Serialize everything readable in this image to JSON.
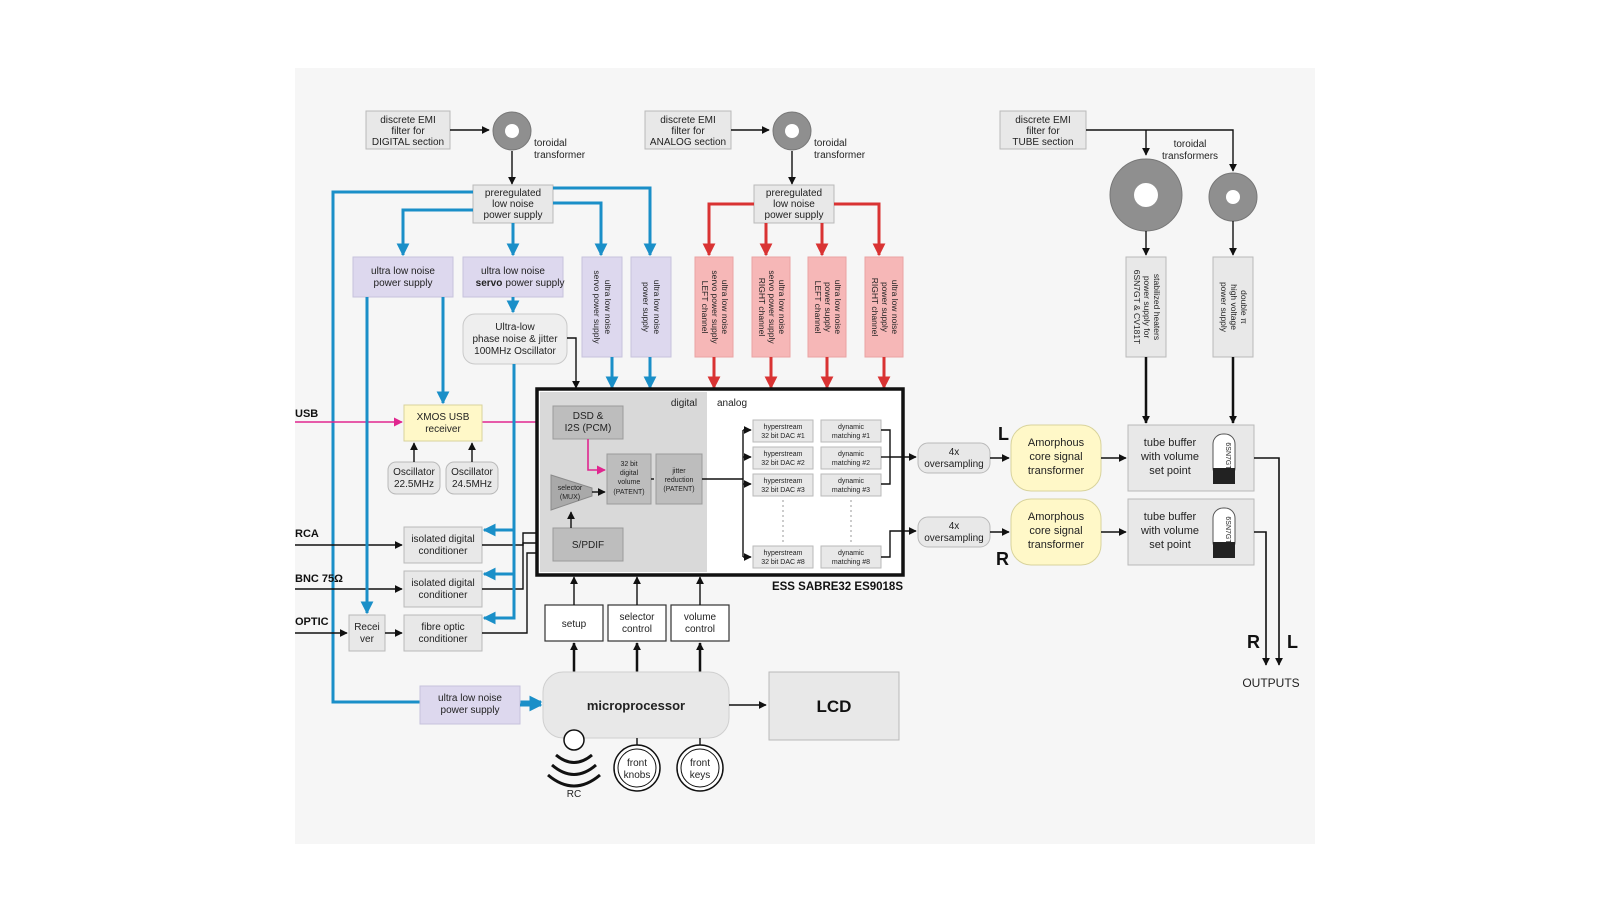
{
  "colors": {
    "blue": "#1a8fc8",
    "red": "#d93333",
    "magenta": "#e0268f",
    "purple_box": "#ddd8ee",
    "red_box": "#f6b7b7",
    "yellow_box": "#fff8c8"
  },
  "emi": {
    "digital": [
      "discrete EMI",
      "filter for",
      "DIGITAL section"
    ],
    "analog": [
      "discrete EMI",
      "filter for",
      "ANALOG section"
    ],
    "tube": [
      "discrete EMI",
      "filter for",
      "TUBE section"
    ]
  },
  "toroidal": {
    "single": [
      "toroidal",
      "transformer"
    ],
    "plural": [
      "toroidal",
      "transformers"
    ]
  },
  "prereg": [
    "preregulated",
    "low noise",
    "power supply"
  ],
  "ulnps": [
    "ultra low noise",
    "power supply"
  ],
  "servo_ps": {
    "pre": "ultra low noise",
    "bold": "servo",
    "post": "power supply"
  },
  "oscillator": [
    "Ultra-low",
    "phase noise & jitter",
    "100MHz Oscillator"
  ],
  "vertical_ps": {
    "servo_digital": [
      "ultra low noise",
      "servo power supply"
    ],
    "digital": [
      "ultra low noise",
      "power supply"
    ],
    "servo_left": [
      "ultra low noise",
      "servo power supply",
      "LEFT channel"
    ],
    "servo_right": [
      "ultra low noise",
      "servo power supply",
      "RIGHT channel"
    ],
    "left": [
      "ultra low noise",
      "power supply",
      "LEFT channel"
    ],
    "right": [
      "ultra low noise",
      "power supply",
      "RIGHT channel"
    ],
    "heaters": [
      "stabilized heaters",
      "power supply for",
      "6SN7GT & CV181T"
    ],
    "hv": [
      "double π",
      "high voltage",
      "power supply"
    ]
  },
  "inputs": {
    "usb": "USB",
    "rca": "RCA",
    "bnc": "BNC 75Ω",
    "optic": "OPTIC"
  },
  "xmos": [
    "XMOS USB",
    "receiver"
  ],
  "osc1": [
    "Oscillator",
    "22.5MHz"
  ],
  "osc2": [
    "Oscillator",
    "24.5MHz"
  ],
  "isolated": [
    "isolated digital",
    "conditioner"
  ],
  "fibre": [
    "fibre optic",
    "conditioner"
  ],
  "receiver": [
    "Recei",
    "ver"
  ],
  "dac": {
    "title": "ESS SABRE32 ES9018S",
    "digital": "digital",
    "analog": "analog",
    "dsd": [
      "DSD &",
      "I2S (PCM)"
    ],
    "volume": [
      "32 bit",
      "digital",
      "volume",
      "(PATENT)"
    ],
    "jitter": [
      "jitter",
      "reduction",
      "(PATENT)"
    ],
    "selector": [
      "selector",
      "(MUX)"
    ],
    "spdif": "S/PDIF",
    "channels": [
      {
        "dac": [
          "hyperstream",
          "32 bit DAC #1"
        ],
        "match": [
          "dynamic",
          "matching #1"
        ]
      },
      {
        "dac": [
          "hyperstream",
          "32 bit DAC #2"
        ],
        "match": [
          "dynamic",
          "matching #2"
        ]
      },
      {
        "dac": [
          "hyperstream",
          "32  bit DAC #3"
        ],
        "match": [
          "dynamic",
          "matching #3"
        ]
      },
      {
        "dac": [
          "hyperstream",
          "32 bit DAC #8"
        ],
        "match": [
          "dynamic",
          "matching #8"
        ]
      }
    ]
  },
  "controls": {
    "setup": "setup",
    "selector": [
      "selector",
      "control"
    ],
    "volume": [
      "volume",
      "control"
    ]
  },
  "micro": "microprocessor",
  "lcd": "LCD",
  "rc": "RC",
  "front_knobs": [
    "front",
    "knobs"
  ],
  "front_keys": [
    "front",
    "keys"
  ],
  "oversampling": [
    "4x",
    "oversampling"
  ],
  "amorphous": [
    "Amorphous",
    "core signal",
    "transformer"
  ],
  "tube_buffer": [
    "tube buffer",
    "with volume",
    "set point"
  ],
  "tube_label": "6SN7GT",
  "channel_l": "L",
  "channel_r": "R",
  "outputs": "OUTPUTS"
}
